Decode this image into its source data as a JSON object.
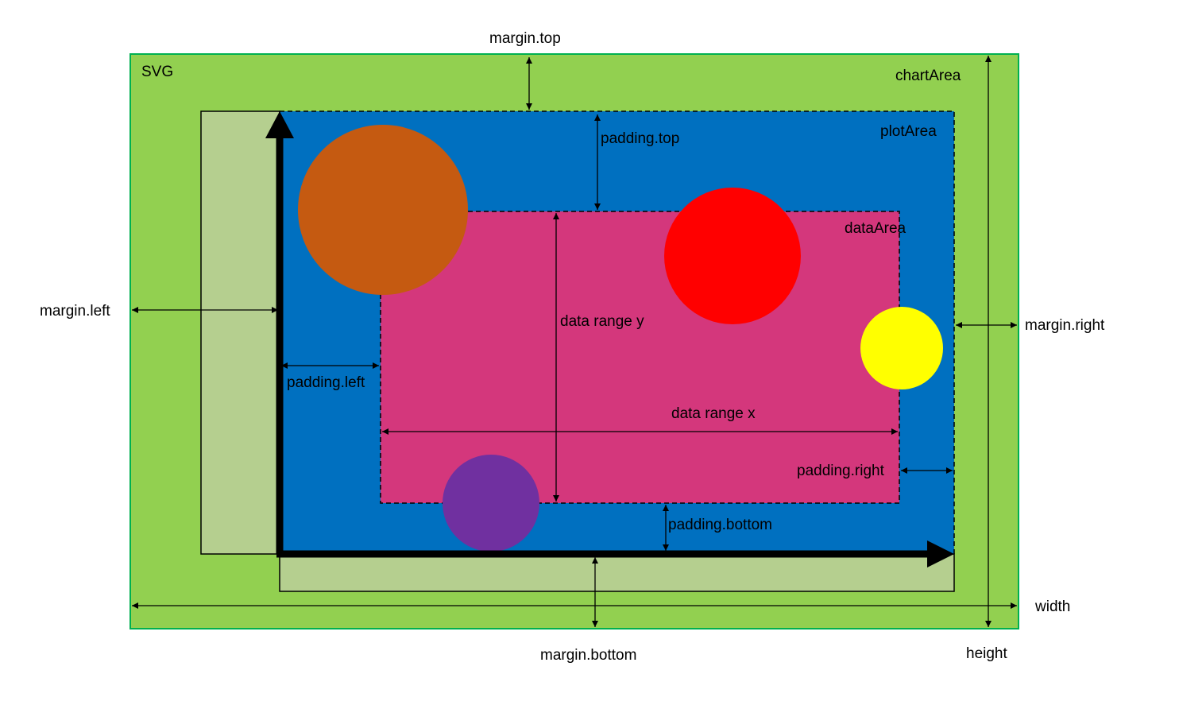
{
  "labels": {
    "svg": "SVG",
    "chart_area": "chartArea",
    "plot_area": "plotArea",
    "data_area": "dataArea",
    "margin_top": "margin.top",
    "margin_left": "margin.left",
    "margin_right": "margin.right",
    "margin_bottom": "margin.bottom",
    "padding_top": "padding.top",
    "padding_left": "padding.left",
    "padding_right": "padding.right",
    "padding_bottom": "padding.bottom",
    "data_range_x": "data range x",
    "data_range_y": "data range y",
    "width": "width",
    "height": "height"
  },
  "colors": {
    "svg_area": "#92d050",
    "svg_border": "#00b050",
    "axis_panel": "#b5cf8f",
    "plot_area": "#0070c0",
    "data_area": "#d4377c",
    "circle_orange": "#c55a11",
    "circle_red": "#ff0000",
    "circle_yellow": "#ffff00",
    "circle_purple": "#7030a0",
    "axis": "#000000"
  }
}
